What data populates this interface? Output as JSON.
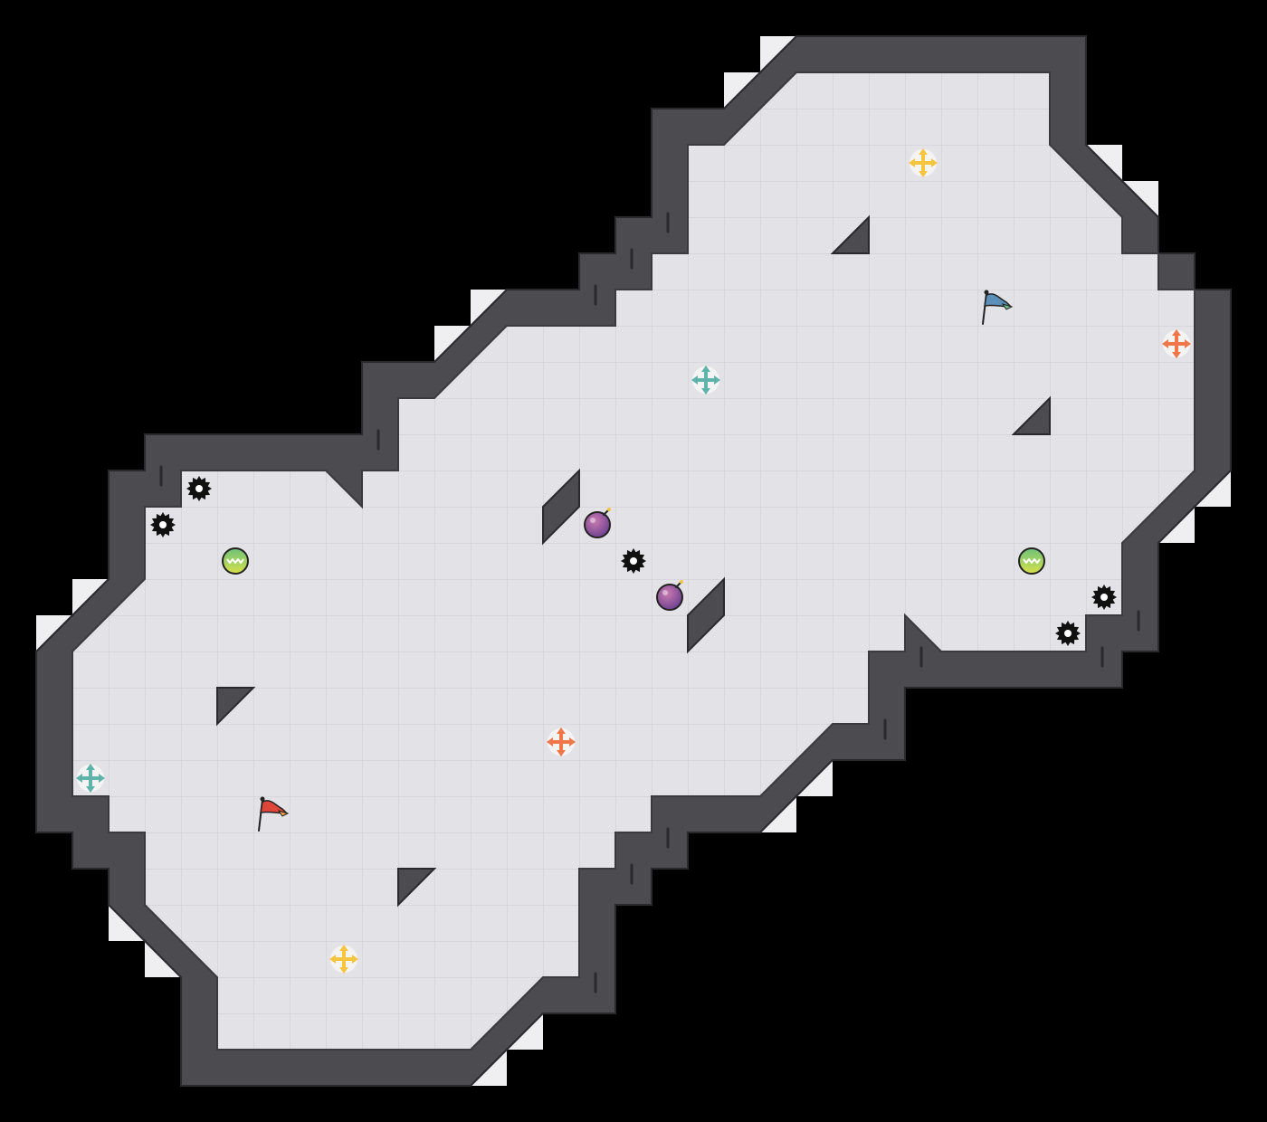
{
  "level": {
    "colors": {
      "background": "#000000",
      "floor": "#e3e3e7",
      "floor_grid": "#d0d0d6",
      "wall": "#4b4b50",
      "wall_edge": "#2a2a2e",
      "outer_glow": "#eeeef1"
    },
    "grid": {
      "cols": 35,
      "rows": 31,
      "cell": 40
    },
    "floor_rows": [
      [
        10,
        21,
        27
      ],
      [
        11,
        21,
        28
      ],
      [
        12,
        21,
        28
      ],
      [
        13,
        19,
        30
      ],
      [
        14,
        18,
        31
      ],
      [
        15,
        17,
        32
      ],
      [
        16,
        17,
        32
      ],
      [
        17,
        17,
        32
      ],
      [
        18,
        16,
        31
      ],
      [
        19,
        16,
        31
      ],
      [
        20,
        14,
        30
      ],
      [
        21,
        14,
        30
      ],
      [
        22,
        14,
        29
      ],
      [
        23,
        14,
        28
      ],
      [
        24,
        13,
        28
      ],
      [
        25,
        11,
        27
      ],
      [
        26,
        10,
        27
      ],
      [
        27,
        10,
        24
      ],
      [
        28,
        10,
        24
      ],
      [
        29,
        10,
        23
      ],
      [
        30,
        10,
        22
      ],
      [
        31,
        10,
        22
      ],
      [
        32,
        10,
        21
      ],
      [
        33,
        10,
        20
      ],
      [
        34,
        10,
        20
      ],
      [
        35,
        10,
        20
      ],
      [
        36,
        9,
        19
      ],
      [
        37,
        8,
        19
      ],
      [
        38,
        7,
        18
      ],
      [
        39,
        6,
        18
      ],
      [
        40,
        5,
        17
      ]
    ],
    "items": [
      {
        "kind": "plus",
        "color": "#f5c542",
        "col": 25,
        "row": 4,
        "label": "yellow-plus"
      },
      {
        "kind": "plus",
        "color": "#f0774a",
        "col": 32,
        "row": 9,
        "label": "orange-plus"
      },
      {
        "kind": "plus",
        "color": "#5fb3a9",
        "col": 19,
        "row": 10,
        "label": "teal-plus"
      },
      {
        "kind": "plus",
        "color": "#f0774a",
        "col": 15,
        "row": 20,
        "label": "orange-plus"
      },
      {
        "kind": "plus",
        "color": "#5fb3a9",
        "col": 2,
        "row": 21,
        "label": "teal-plus"
      },
      {
        "kind": "plus",
        "color": "#f5c542",
        "col": 9,
        "row": 26,
        "label": "yellow-plus"
      },
      {
        "kind": "flag",
        "color": "#5b8fb9",
        "col": 27,
        "row": 8,
        "label": "blue-flag"
      },
      {
        "kind": "flag",
        "color": "#e0453a",
        "col": 7,
        "row": 22,
        "label": "red-flag"
      },
      {
        "kind": "gear",
        "col": 5,
        "row": 13
      },
      {
        "kind": "gear",
        "col": 4,
        "row": 14
      },
      {
        "kind": "gear",
        "col": 17,
        "row": 15
      },
      {
        "kind": "gear",
        "col": 30,
        "row": 16
      },
      {
        "kind": "gear",
        "col": 29,
        "row": 17
      },
      {
        "kind": "orb",
        "col": 16,
        "row": 14
      },
      {
        "kind": "orb",
        "col": 18,
        "row": 16
      },
      {
        "kind": "bounce",
        "col": 6,
        "row": 15
      },
      {
        "kind": "bounce",
        "col": 28,
        "row": 15
      }
    ]
  }
}
